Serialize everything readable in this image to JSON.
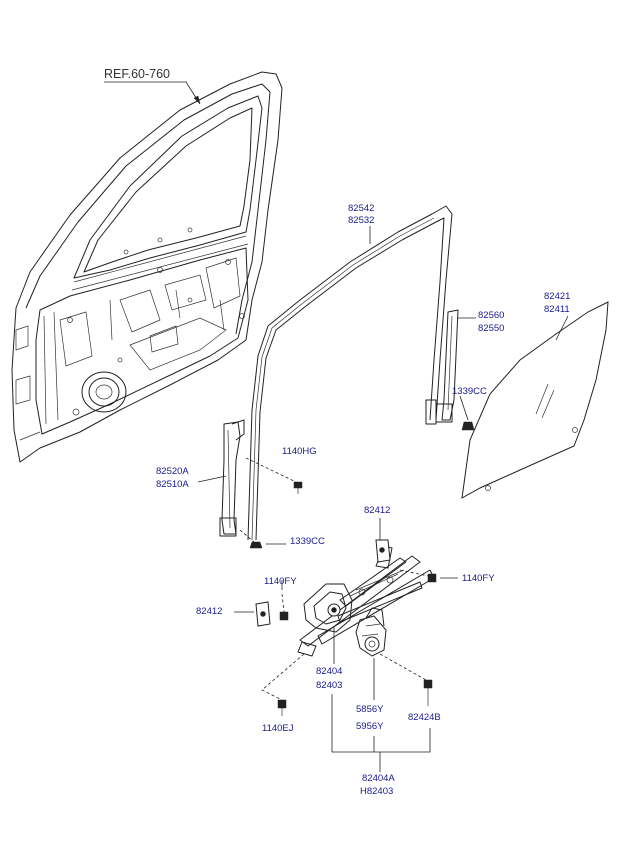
{
  "reference": "REF.60-760",
  "labels": {
    "run_channel_top": [
      "82542",
      "82532"
    ],
    "front_channel": [
      "82520A",
      "82510A"
    ],
    "rear_channel": [
      "82560",
      "82550"
    ],
    "glass": [
      "82421",
      "82411"
    ],
    "bolt_1140hg": "1140HG",
    "nut_1339cc_rear": "1339CC",
    "nut_1339cc_front": "1339CC",
    "clip_82412_top": "82412",
    "bolt_1140fy_right": "1140FY",
    "bolt_1140fy_left": "1140FY",
    "clip_82412_left": "82412",
    "regulator": [
      "82404",
      "82403"
    ],
    "motor": [
      "5856Y",
      "5956Y"
    ],
    "screw_82424b": "82424B",
    "bolt_1140ej": "1140EJ",
    "assembly": [
      "82404A",
      "H82403"
    ]
  }
}
